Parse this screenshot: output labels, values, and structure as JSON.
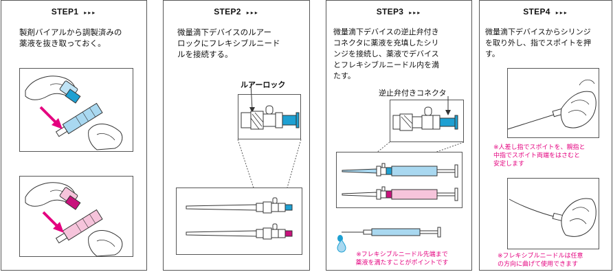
{
  "steps": [
    {
      "title": "STEP1",
      "arrows": "▸▸▸",
      "text": "製剤バイアルから調製済みの\n薬液を抜き取っておく。"
    },
    {
      "title": "STEP2",
      "arrows": "▸▸▸",
      "text": "微量滴下デバイスのルアー\nロックにフレキシブルニード\nルを接続する。",
      "callout": "ルアーロック"
    },
    {
      "title": "STEP3",
      "arrows": "▸▸▸",
      "text": "微量滴下デバイスの逆止弁付き\nコネクタに薬液を充填したシリ\nンジを接続し、薬液でデバイス\nとフレキシブルニードル内を満\nたす。",
      "callout": "逆止弁付きコネクタ",
      "note": "※フレキシブルニードル先端まで\n薬液を満たすことがポイントです"
    },
    {
      "title": "STEP4",
      "arrows": "▸▸▸",
      "text": "微量滴下デバイスからシリンジ\nを取り外し、指でスポイトを押\nす。",
      "note1": "※人差し指でスポイトを、親指と\n中指でスポイト両端をはさむと\n安定します",
      "note2": "※フレキシブルニードルは任意\nの方向に曲げて使用できます"
    }
  ],
  "colors": {
    "accent_pink": "#e4007f",
    "accent_cyan": "#1ea0d2",
    "magenta": "#c8127c",
    "liquid_blue": "#a9d8f0",
    "liquid_pink": "#f6c4db"
  }
}
